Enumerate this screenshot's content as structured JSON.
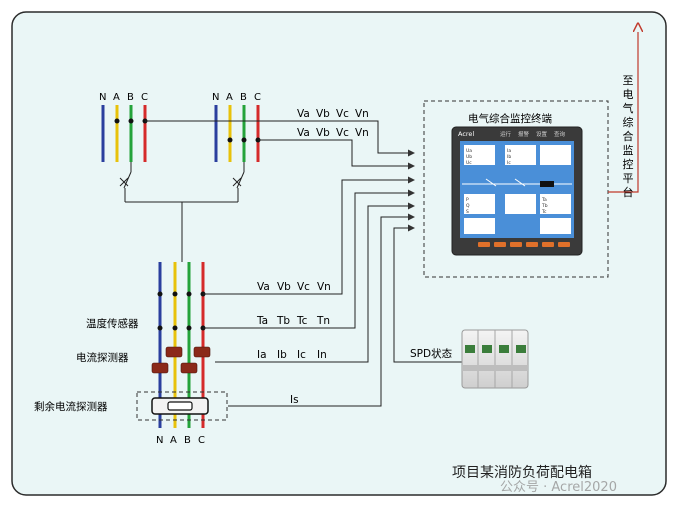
{
  "phase_labels": {
    "left": [
      "N",
      "A",
      "B",
      "C"
    ],
    "middle": [
      "N",
      "A",
      "B",
      "C"
    ],
    "bottom": [
      "N",
      "A",
      "B",
      "C"
    ]
  },
  "signals": {
    "v1": [
      "Va",
      "Vb",
      "Vc",
      "Vn"
    ],
    "v2": [
      "Va",
      "Vb",
      "Vc",
      "Vn"
    ],
    "v3": [
      "Va",
      "Vb",
      "Vc",
      "Vn"
    ],
    "temps": [
      "Ta",
      "Tb",
      "Tc",
      "Tn"
    ],
    "currents": [
      "Ia",
      "Ib",
      "Ic",
      "In"
    ],
    "residual": "Is"
  },
  "labels": {
    "temp_sensor": "温度传感器",
    "current_detector": "电流探测器",
    "residual_detector": "剩余电流探测器",
    "spd_status": "SPD状态",
    "monitor_terminal": "电气综合监控终端",
    "platform": [
      "至",
      "电",
      "气",
      "综",
      "合",
      "监",
      "控",
      "平",
      "台"
    ],
    "box_title": "项目某消防负荷配电箱",
    "watermark": "公众号 · Acrel2020"
  },
  "device": {
    "brand": "Acrel",
    "menu": [
      "运行",
      "报警",
      "设置",
      "查询"
    ],
    "cells": [
      [
        "Ua",
        "Ub",
        "Uc"
      ],
      [
        "Ia",
        "Ib",
        "Ic"
      ],
      [
        "P",
        "Q",
        "S"
      ],
      [
        "Ta",
        "Tb",
        "Tc"
      ]
    ]
  },
  "colors": {
    "frame_bg": "#eaf6f6",
    "phase_n": "#2a3f9e",
    "phase_a": "#e8c20a",
    "phase_b": "#24a33a",
    "phase_c": "#d52a2a",
    "arrow_up": "#c0392b",
    "screen": "#4a8fd8"
  }
}
